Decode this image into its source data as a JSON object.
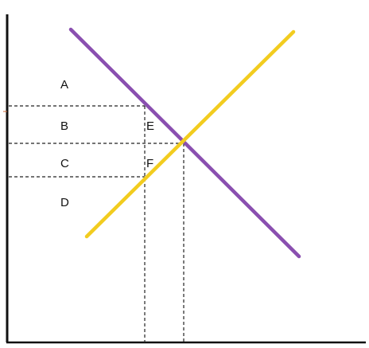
{
  "regions": {
    "a": "A",
    "b": "B",
    "c": "C",
    "d": "D",
    "e": "E",
    "f": "F"
  },
  "colors": {
    "background": "#ffffff",
    "axis": "#111111",
    "guide": "#222222",
    "demand_line": "#8a4fb0",
    "supply_line": "#f2cc1f"
  }
}
